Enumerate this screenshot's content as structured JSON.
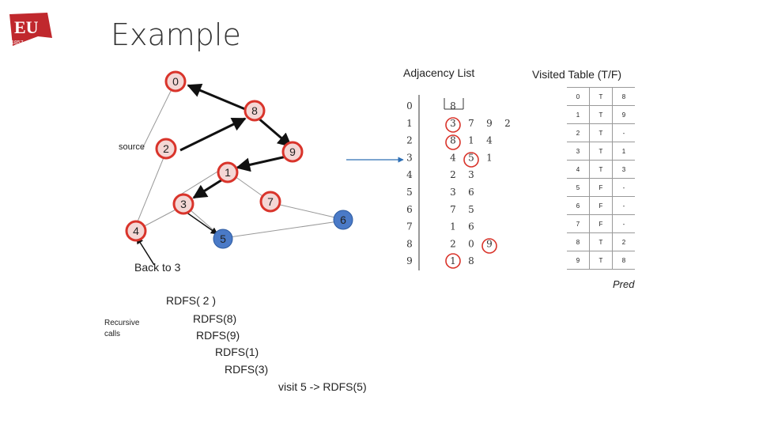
{
  "title": "Example",
  "logo_text": "EU",
  "logo_year": "1857",
  "labels": {
    "adjacency": "Adjacency List",
    "visited": "Visited Table (T/F)",
    "source": "source",
    "back_to": "Back to 3",
    "recursive_line1": "Recursive",
    "recursive_line2": "calls",
    "pred": "Pred",
    "visit": "visit 5 -> RDFS(5)"
  },
  "calls": [
    "RDFS( 2 )",
    "RDFS(8)",
    "RDFS(9)",
    "RDFS(1)",
    "RDFS(3)"
  ],
  "nodes": [
    {
      "id": "0",
      "style": "red"
    },
    {
      "id": "8",
      "style": "red"
    },
    {
      "id": "2",
      "style": "red"
    },
    {
      "id": "9",
      "style": "red"
    },
    {
      "id": "1",
      "style": "red"
    },
    {
      "id": "7",
      "style": "red"
    },
    {
      "id": "3",
      "style": "red"
    },
    {
      "id": "6",
      "style": "blue"
    },
    {
      "id": "4",
      "style": "red"
    },
    {
      "id": "5",
      "style": "blue"
    }
  ],
  "adjacency": [
    {
      "v": "0",
      "n": [
        "8"
      ]
    },
    {
      "v": "1",
      "n": [
        "3",
        "7",
        "9",
        "2"
      ]
    },
    {
      "v": "2",
      "n": [
        "8",
        "1",
        "4"
      ]
    },
    {
      "v": "3",
      "n": [
        "4",
        "5",
        "1"
      ]
    },
    {
      "v": "4",
      "n": [
        "2",
        "3"
      ]
    },
    {
      "v": "5",
      "n": [
        "3",
        "6"
      ]
    },
    {
      "v": "6",
      "n": [
        "7",
        "5"
      ]
    },
    {
      "v": "7",
      "n": [
        "1",
        "6"
      ]
    },
    {
      "v": "8",
      "n": [
        "2",
        "0",
        "9"
      ]
    },
    {
      "v": "9",
      "n": [
        "1",
        "8"
      ]
    }
  ],
  "visited": [
    {
      "v": "0",
      "t": "T",
      "p": "8"
    },
    {
      "v": "1",
      "t": "T",
      "p": "9"
    },
    {
      "v": "2",
      "t": "T",
      "p": "-"
    },
    {
      "v": "3",
      "t": "T",
      "p": "1"
    },
    {
      "v": "4",
      "t": "T",
      "p": "3"
    },
    {
      "v": "5",
      "t": "F",
      "p": "-"
    },
    {
      "v": "6",
      "t": "F",
      "p": "-"
    },
    {
      "v": "7",
      "t": "F",
      "p": "-"
    },
    {
      "v": "8",
      "t": "T",
      "p": "2"
    },
    {
      "v": "9",
      "t": "T",
      "p": "8"
    }
  ],
  "colors": {
    "red": "#d9342b",
    "node_fill": "#ffffff",
    "blue_fill": "#4a7ac7",
    "arrow_blue": "#2e6fb5",
    "accent": "#b8282d"
  }
}
